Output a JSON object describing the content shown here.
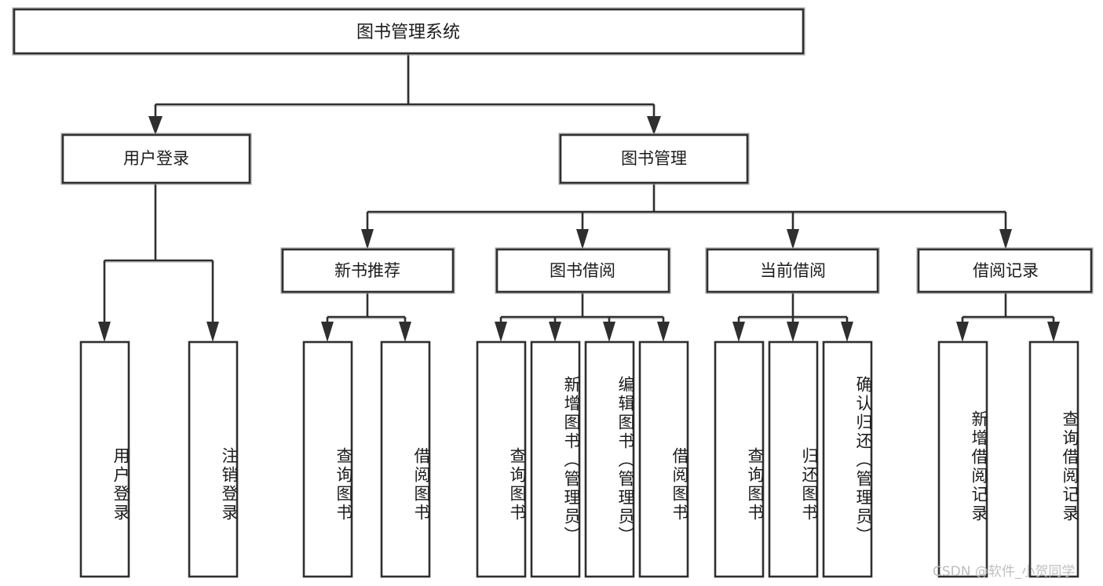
{
  "diagram": {
    "title": "图书管理系统",
    "type": "tree",
    "root": {
      "id": "root",
      "label": "图书管理系统",
      "level": 0
    },
    "level1": [
      {
        "id": "user-login",
        "label": "用户登录"
      },
      {
        "id": "book-management",
        "label": "图书管理"
      }
    ],
    "level2": [
      {
        "id": "new-book-recommend",
        "label": "新书推荐",
        "parent": "book-management"
      },
      {
        "id": "book-borrow",
        "label": "图书借阅",
        "parent": "book-management"
      },
      {
        "id": "current-borrow",
        "label": "当前借阅",
        "parent": "book-management"
      },
      {
        "id": "borrow-record",
        "label": "借阅记录",
        "parent": "book-management"
      }
    ],
    "leaves": [
      {
        "id": "leaf-user-login",
        "label": "用户登录",
        "parent": "user-login"
      },
      {
        "id": "leaf-logout-login",
        "label": "注销登录",
        "parent": "user-login"
      },
      {
        "id": "leaf-query-book-1",
        "label": "查询图书",
        "parent": "new-book-recommend"
      },
      {
        "id": "leaf-borrow-book-1",
        "label": "借阅图书",
        "parent": "new-book-recommend"
      },
      {
        "id": "leaf-query-book-2",
        "label": "查询图书",
        "parent": "book-borrow"
      },
      {
        "id": "leaf-add-book",
        "label": "新增图书（管理员）",
        "parent": "book-borrow"
      },
      {
        "id": "leaf-edit-book",
        "label": "编辑图书（管理员）",
        "parent": "book-borrow"
      },
      {
        "id": "leaf-borrow-book-2",
        "label": "借阅图书",
        "parent": "book-borrow"
      },
      {
        "id": "leaf-query-book-3",
        "label": "查询图书",
        "parent": "current-borrow"
      },
      {
        "id": "leaf-return-book",
        "label": "归还图书",
        "parent": "current-borrow"
      },
      {
        "id": "leaf-confirm-return",
        "label": "确认归还（管理员）",
        "parent": "current-borrow"
      },
      {
        "id": "leaf-add-record",
        "label": "新增借阅记录",
        "parent": "borrow-record"
      },
      {
        "id": "leaf-query-record",
        "label": "查询借阅记录",
        "parent": "borrow-record"
      }
    ],
    "colors": {
      "box_stroke": "#2f2f2f",
      "box_fill": "#ffffff",
      "connector": "#2f2f2f",
      "text": "#1b1b1b",
      "background": "#ffffff",
      "watermark": "#bfbfbf"
    }
  },
  "watermark": {
    "text": "CSDN @软件_小贺同学"
  }
}
